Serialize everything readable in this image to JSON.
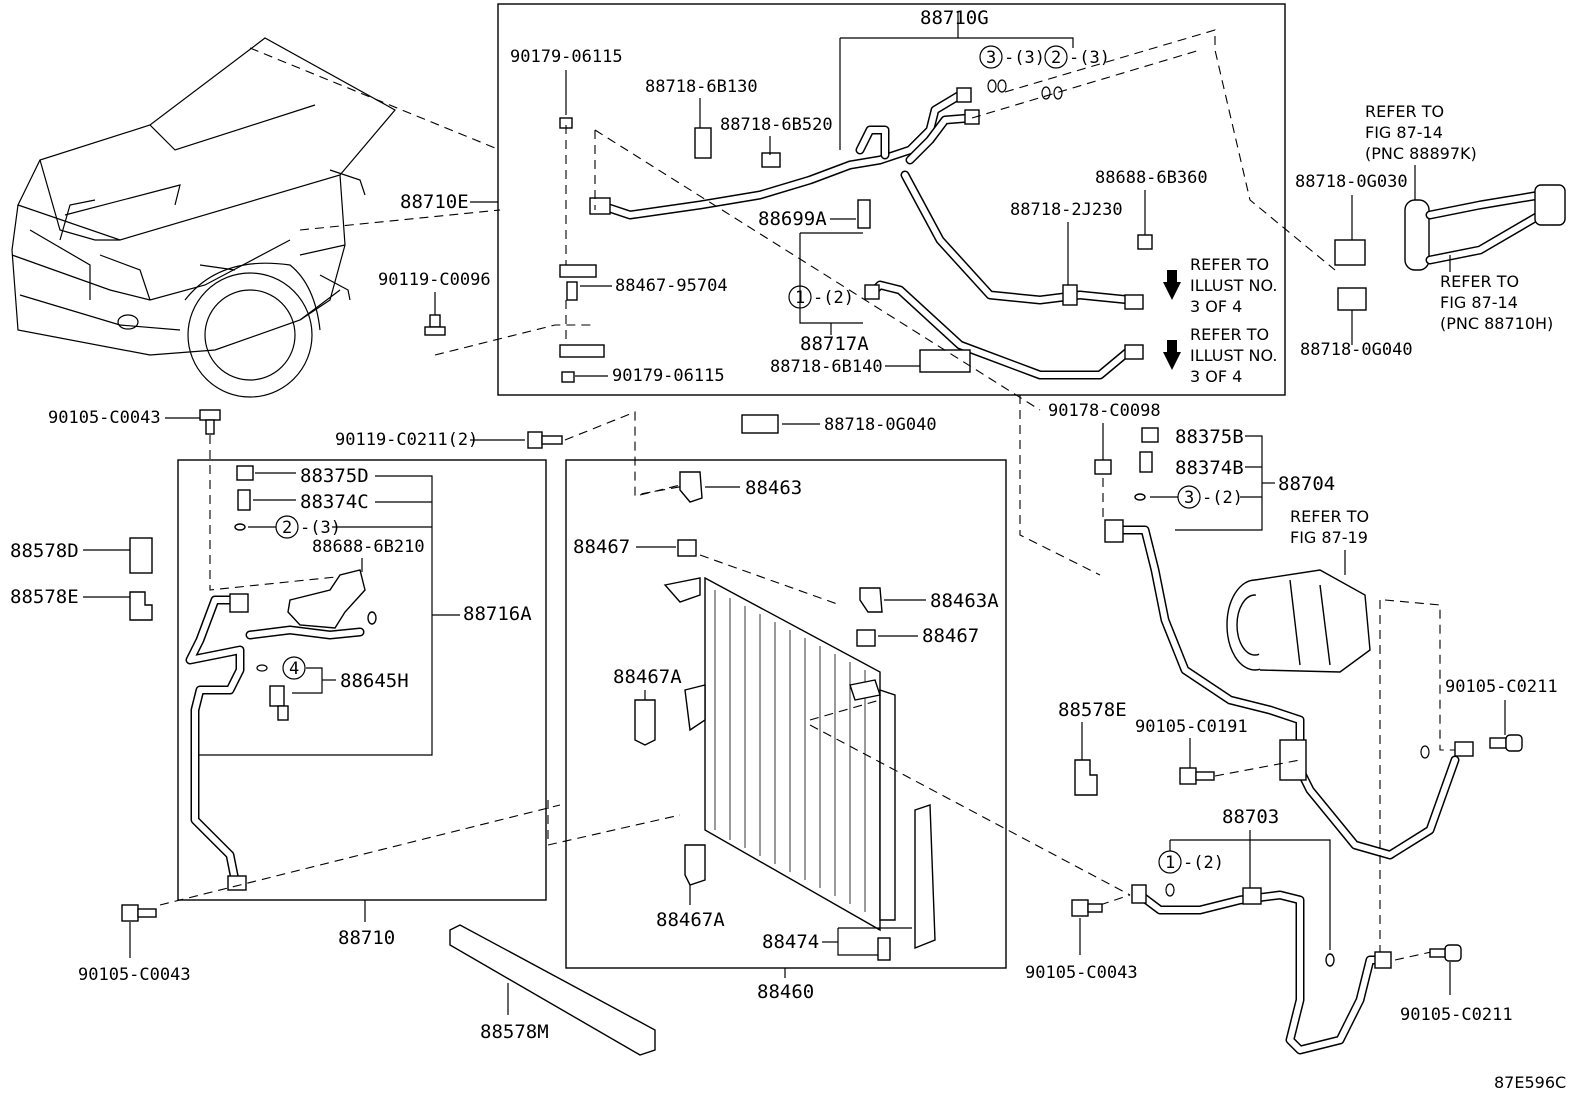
{
  "diagram_code": "87E596C",
  "labels": {
    "p88710G": "88710G",
    "p90179_06115_a": "90179-06115",
    "p88718_6B130": "88718-6B130",
    "p88718_6B520": "88718-6B520",
    "p88710E": "88710E",
    "p88699A": "88699A",
    "p88688_6B360": "88688-6B360",
    "p88718_2J230": "88718-2J230",
    "p90119_C0096": "90119-C0096",
    "p88467_95704": "88467-95704",
    "p88717A": "88717A",
    "p88718_6B140": "88718-6B140",
    "p90179_06115_b": "90179-06115",
    "p88718_0G030": "88718-0G030",
    "p88718_0G040_a": "88718-0G040",
    "p90105_C0043_a": "90105-C0043",
    "p90119_C0211_2": "90119-C0211(2)",
    "p88718_0G040_b": "88718-0G040",
    "p90178_C0098": "90178-C0098",
    "p88375B": "88375B",
    "p88374B": "88374B",
    "p88704": "88704",
    "p88375D": "88375D",
    "p88374C": "88374C",
    "p88688_6B210": "88688-6B210",
    "p88578D": "88578D",
    "p88578E_a": "88578E",
    "p88716A": "88716A",
    "p88645H": "88645H",
    "p88463": "88463",
    "p88467_a": "88467",
    "p88463A": "88463A",
    "p88467_b": "88467",
    "p88467A_a": "88467A",
    "p88467A_b": "88467A",
    "p88474": "88474",
    "p88460": "88460",
    "p88578M": "88578M",
    "p88710": "88710",
    "p90105_C0043_b": "90105-C0043",
    "p88578E_b": "88578E",
    "p90105_C0191": "90105-C0191",
    "p90105_C0211_a": "90105-C0211",
    "p88703": "88703",
    "p90105_C0043_c": "90105-C0043",
    "p90105_C0211_b": "90105-C0211"
  },
  "circle_refs": {
    "c3": "3",
    "c3_qty": "-(3)",
    "c2": "2",
    "c2_qty": "-(3)",
    "c1": "1",
    "c1_qty": "-(2)",
    "c3b": "3",
    "c3b_qty": "-(2)",
    "c2b": "2",
    "c2b_qty": "-(3)",
    "c4": "4",
    "c1b": "1",
    "c1b_qty": "-(2)"
  },
  "refer_notes": {
    "fig_88897K": [
      "REFER TO",
      "FIG 87-14",
      "(PNC 88897K)"
    ],
    "fig_88710H": [
      "REFER TO",
      "FIG 87-14",
      "(PNC 88710H)"
    ],
    "illust_1": [
      "REFER TO",
      "ILLUST NO.",
      "3 OF 4"
    ],
    "illust_2": [
      "REFER TO",
      "ILLUST NO.",
      "3 OF 4"
    ],
    "fig_87_19": [
      "REFER TO",
      "FIG 87-19"
    ]
  }
}
